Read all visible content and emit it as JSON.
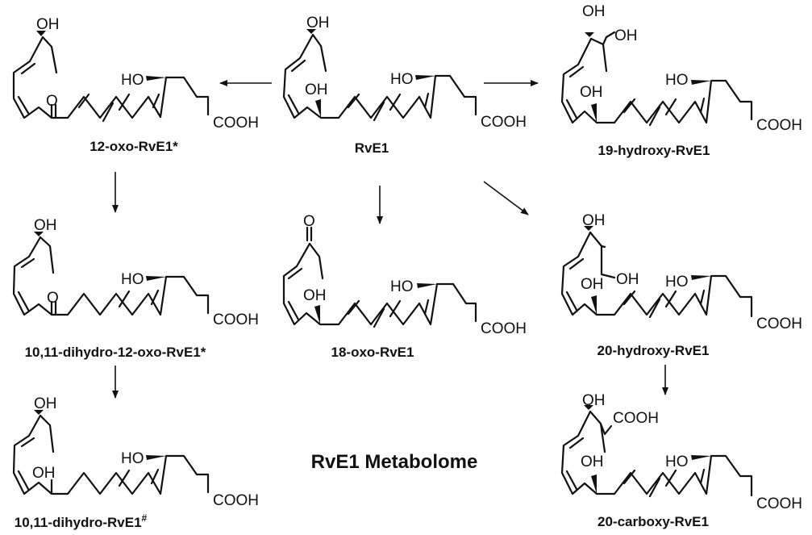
{
  "title": "RvE1 Metabolome",
  "atoms": {
    "oh": "OH",
    "ho": "HO",
    "o": "O",
    "cooh": "COOH"
  },
  "compounds": [
    {
      "id": "rve1",
      "label": "RvE1"
    },
    {
      "id": "oxo12",
      "label": "12-oxo-RvE1*"
    },
    {
      "id": "hydroxy19",
      "label": "19-hydroxy-RvE1"
    },
    {
      "id": "dihydro_oxo",
      "label": "10,11-dihydro-12-oxo-RvE1*"
    },
    {
      "id": "oxo18",
      "label": "18-oxo-RvE1"
    },
    {
      "id": "hydroxy20",
      "label": "20-hydroxy-RvE1"
    },
    {
      "id": "dihydro",
      "label": "10,11-dihydro-RvE1",
      "superscript": "#"
    },
    {
      "id": "carboxy20",
      "label": "20-carboxy-RvE1"
    }
  ]
}
